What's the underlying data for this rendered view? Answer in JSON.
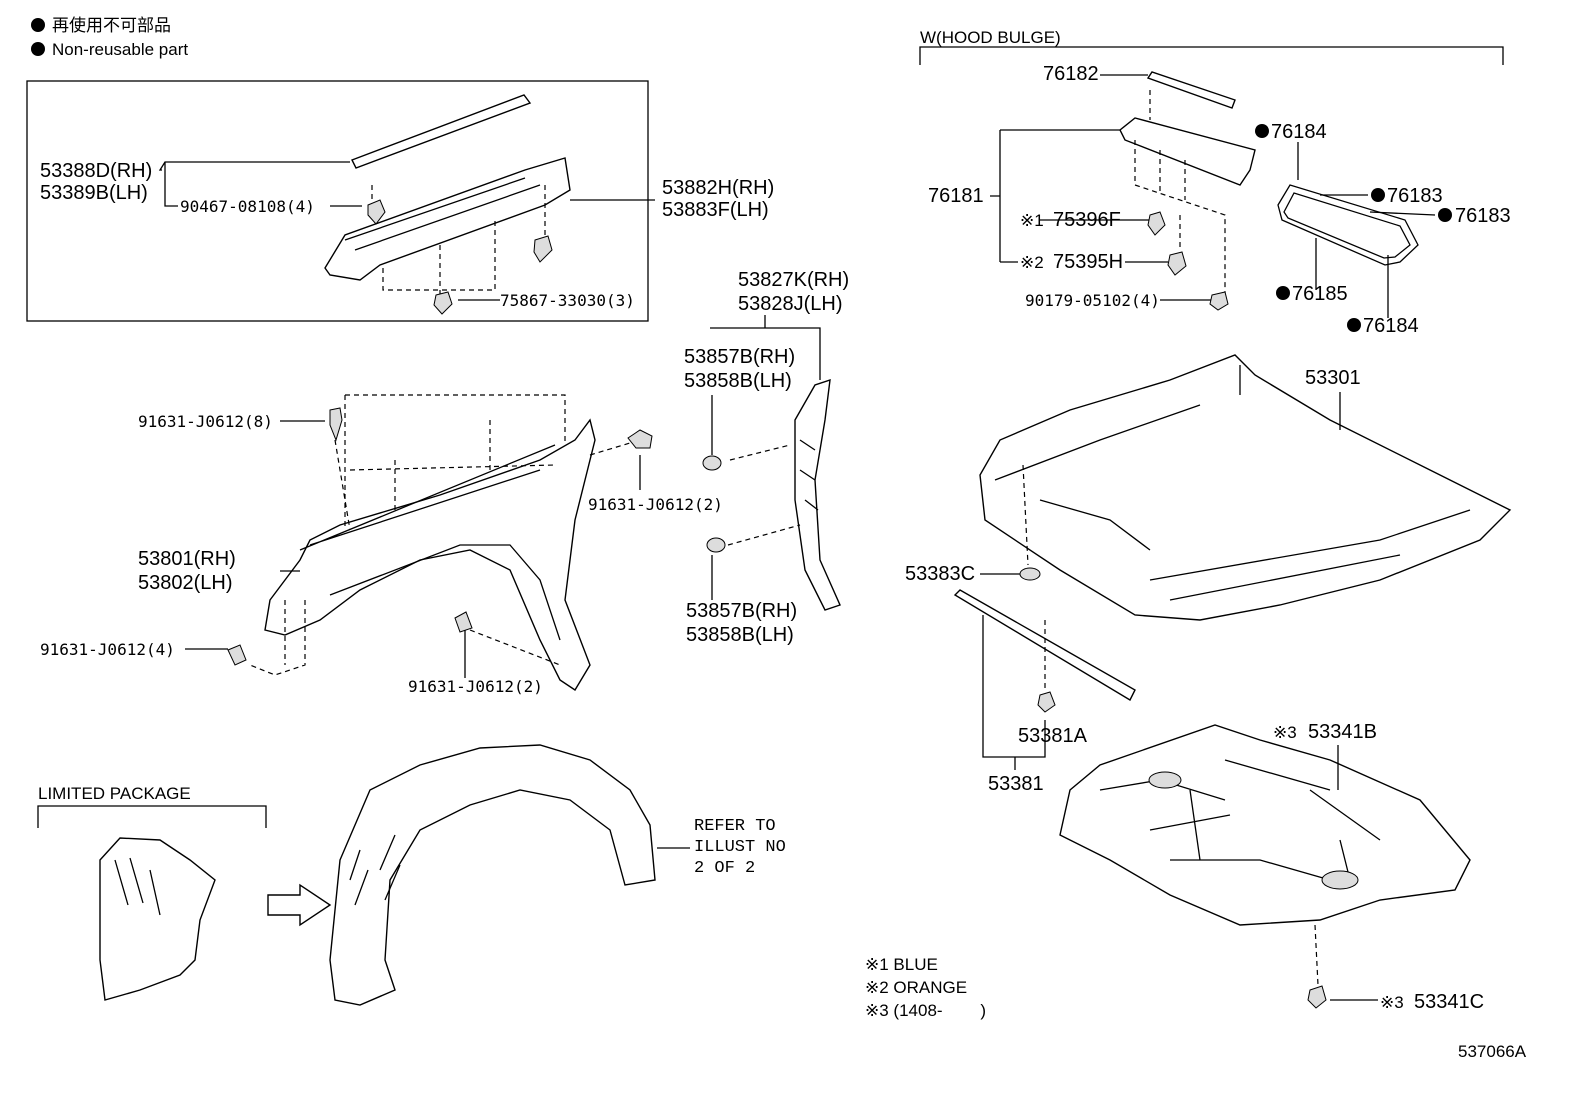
{
  "legend": {
    "jp_line": "再使用不可部品",
    "en_line": "Non-reusable part"
  },
  "sections": {
    "hood_bulge": "W(HOOD BULGE)",
    "limited_package": "LIMITED PACKAGE",
    "refer_line1": "REFER TO",
    "refer_line2": "ILLUST NO",
    "refer_line3": "2 OF 2"
  },
  "labels": {
    "p53388D": "53388D(RH)",
    "p53389B": "53389B(LH)",
    "p90467": "90467-08108(4)",
    "p53882H": "53882H(RH)",
    "p53883F": "53883F(LH)",
    "p75867": "75867-33030(3)",
    "p53827K": "53827K(RH)",
    "p53828J": "53828J(LH)",
    "p53857B_top": "53857B(RH)",
    "p53858B_top": "53858B(LH)",
    "p53857B_bot": "53857B(RH)",
    "p53858B_bot": "53858B(LH)",
    "p91631_8": "91631-J0612(8)",
    "p91631_2a": "91631-J0612(2)",
    "p53801": "53801(RH)",
    "p53802": "53802(LH)",
    "p91631_4": "91631-J0612(4)",
    "p91631_2b": "91631-J0612(2)",
    "p76182": "76182",
    "p76181": "76181",
    "p75396F": "75396F",
    "p75395H": "75395H",
    "p90179": "90179-05102(4)",
    "p76184a": "76184",
    "p76183a": "76183",
    "p76183b": "76183",
    "p76185": "76185",
    "p76184b": "76184",
    "p53301": "53301",
    "p53383C": "53383C",
    "p53381A": "53381A",
    "p53381": "53381",
    "p53341B": "53341B",
    "p53341C": "53341C",
    "mark1": "※1",
    "mark2": "※2",
    "mark3a": "※3",
    "mark3b": "※3",
    "diagram_id": "537066A"
  },
  "notes": {
    "n1": "※1 BLUE",
    "n2": "※2 ORANGE",
    "n3": "※3 (1408-        )"
  }
}
